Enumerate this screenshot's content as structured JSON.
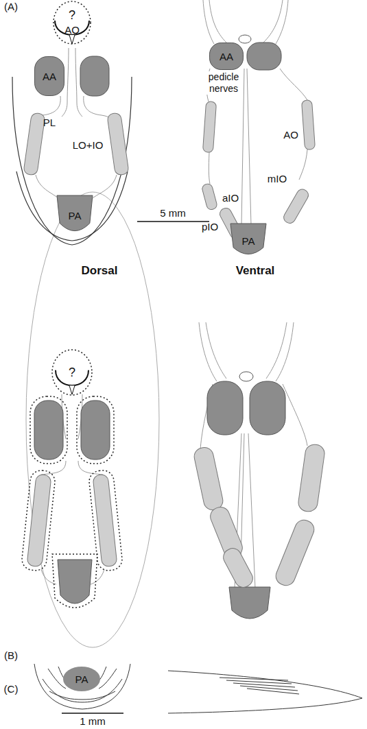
{
  "diagram": {
    "nodes": [
      {
        "text": [
          "?",
          "AO"
        ]
      },
      {
        "text": [
          "AA"
        ]
      },
      {
        "text": [
          "PA"
        ]
      },
      {
        "text": [
          "AA"
        ]
      },
      {
        "text": [
          "PA"
        ]
      },
      {
        "text": [
          "?"
        ]
      },
      {
        "text": [
          "PA"
        ]
      }
    ],
    "labels": [
      "(A)",
      "PL",
      "LO+IO",
      "5 mm",
      "Dorsal",
      "Ventral",
      "pedicle nerves",
      "AO",
      "aIO",
      "pIO",
      "mIO",
      "(B)",
      "(C)",
      "1 mm"
    ]
  }
}
